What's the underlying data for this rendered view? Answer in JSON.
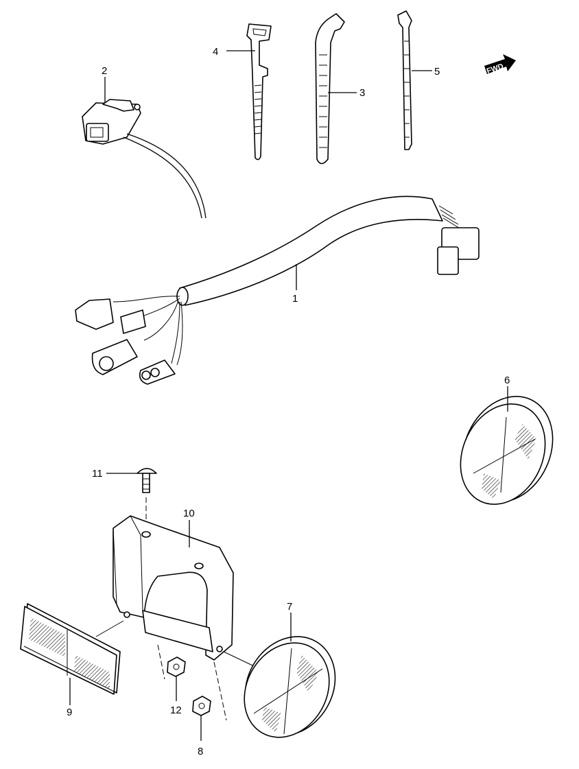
{
  "diagram": {
    "callouts": [
      {
        "id": "1",
        "text": "1"
      },
      {
        "id": "2",
        "text": "2"
      },
      {
        "id": "3",
        "text": "3"
      },
      {
        "id": "4",
        "text": "4"
      },
      {
        "id": "5",
        "text": "5"
      },
      {
        "id": "6",
        "text": "6"
      },
      {
        "id": "7",
        "text": "7"
      },
      {
        "id": "8",
        "text": "8"
      },
      {
        "id": "9",
        "text": "9"
      },
      {
        "id": "10",
        "text": "10"
      },
      {
        "id": "11",
        "text": "11"
      },
      {
        "id": "12",
        "text": "12"
      }
    ],
    "direction_badge": {
      "text": "FWD",
      "icon": "arrow-right-icon"
    }
  }
}
